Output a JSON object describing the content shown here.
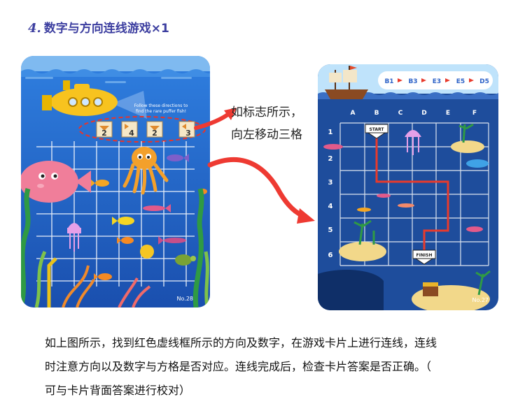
{
  "heading": {
    "number": "4.",
    "title": "数字与方向连线游戏×1"
  },
  "card_left": {
    "hint_line1": "Follow these directions to",
    "hint_line2": "find the rare puffer fish!",
    "steps": [
      "2",
      "4",
      "2",
      "3"
    ],
    "card_no": "No.28",
    "colors": {
      "sea_top": "#5fa6ea",
      "sea_deep": "#1f5bb5",
      "grid": "#ffffff"
    }
  },
  "callout": {
    "line1": "如标志所示，",
    "line2": "向左移动三格"
  },
  "card_right": {
    "sequence": [
      "B1",
      "B3",
      "E3",
      "E5",
      "D5"
    ],
    "columns": [
      "A",
      "B",
      "C",
      "D",
      "E",
      "F"
    ],
    "rows": [
      "1",
      "2",
      "3",
      "4",
      "5",
      "6"
    ],
    "start_label": "START",
    "finish_label": "FINISH",
    "card_no": "No.27",
    "colors": {
      "sea": "#1e4d9c",
      "path": "#e83a2b",
      "seq_text": "#2e63c8"
    }
  },
  "instructions": {
    "line1": "如上图所示，找到红色虚线框所示的方向及数字，在游戏卡片上进行连线，连线",
    "line2": "时注意方向以及数字与方格是否对应。连线完成后，检查卡片答案是否正确。（",
    "line3": "可与卡片背面答案进行校对）"
  }
}
